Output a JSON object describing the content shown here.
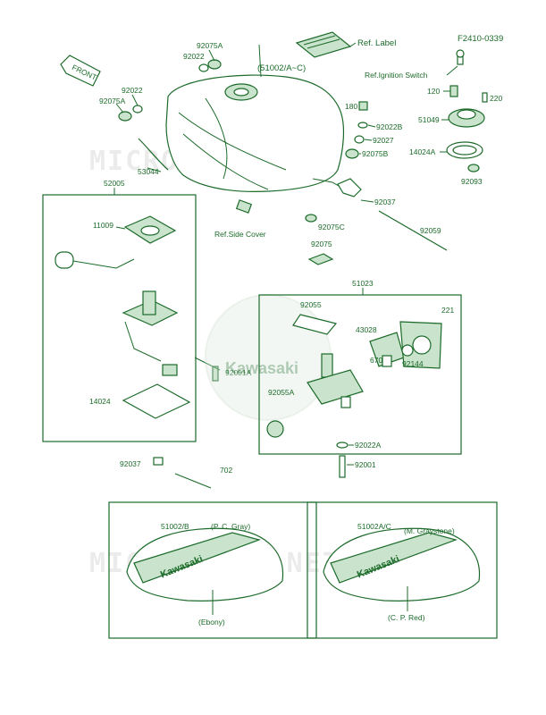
{
  "figure_code": "F2410-0339",
  "front_label": "FRONT",
  "watermark": "MICROFICHE.NET",
  "logo_text": "Kawasaki",
  "tank_label_text": "Kawasaki",
  "callouts": {
    "c92075A_top": "92075A",
    "c92022_top": "92022",
    "tank": "(51002/A~C)",
    "ref_label": "Ref. Label",
    "c92022_left": "92022",
    "c92075A_left": "92075A",
    "c53044": "53044",
    "c180": "180",
    "c92022B": "92022B",
    "c92027": "92027",
    "c92075B": "92075B",
    "ref_ignition": "Ref.Ignition Switch",
    "c120": "120",
    "c220": "220",
    "c51049": "51049",
    "c14024A": "14024A",
    "c92093": "92093",
    "c92037_top": "92037",
    "ref_side_cover": "Ref.Side Cover",
    "c92075C": "92075C",
    "c92059": "92059",
    "c92075": "92075",
    "c52005": "52005",
    "c11009": "11009",
    "c92001A": "92001A",
    "c14024": "14024",
    "c92037_bottom": "92037",
    "c702": "702",
    "c51023": "51023",
    "c92055": "92055",
    "c43028": "43028",
    "c221": "221",
    "c670": "670",
    "c92144": "92144",
    "c92055A": "92055A",
    "c92022A": "92022A",
    "c92001": "92001"
  },
  "variant_panels": [
    {
      "part": "51002/B",
      "color_top": "(P. C. Gray)",
      "color_bottom": "(Ebony)"
    },
    {
      "part": "51002A/C",
      "color_top": "(M. Graystone)",
      "color_bottom": "(C. P. Red)"
    }
  ],
  "colors": {
    "line": "#1c6b2a",
    "fill": "#c9e3cc",
    "background": "#ffffff"
  }
}
